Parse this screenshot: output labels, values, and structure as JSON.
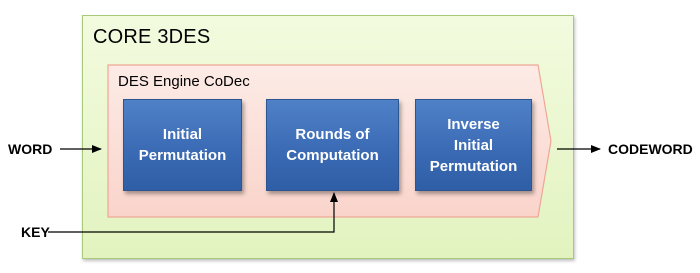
{
  "outer_box": {
    "title": "CORE 3DES"
  },
  "engine_box": {
    "title": "DES Engine CoDec"
  },
  "blocks": [
    {
      "label": "Initial\nPermutation"
    },
    {
      "label": "Rounds of\nComputation"
    },
    {
      "label": "Inverse\nInitial\nPermutation"
    }
  ],
  "inputs": {
    "word": "WORD",
    "key": "KEY"
  },
  "output": {
    "codeword": "CODEWORD"
  },
  "colors": {
    "outer_fill": "#e9f7cd",
    "engine_fill": "#fde2dc",
    "block_fill": "#3d6db5",
    "line": "#000000"
  }
}
